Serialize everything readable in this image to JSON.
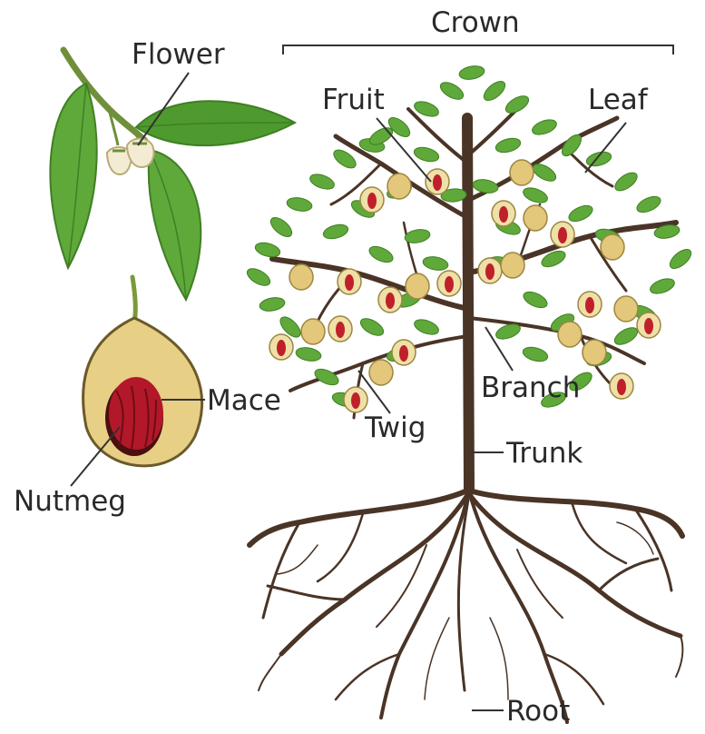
{
  "labels": {
    "crown": "Crown",
    "fruit": "Fruit",
    "leaf": "Leaf",
    "flower": "Flower",
    "mace": "Mace",
    "nutmeg": "Nutmeg",
    "branch": "Branch",
    "twig": "Twig",
    "trunk": "Trunk",
    "root": "Root"
  },
  "colors": {
    "leaf": "#5fa83a",
    "leaf_dark": "#3f7f24",
    "bark": "#4a3426",
    "fruit": "#e3c77a",
    "fruit_pale": "#efe0a8",
    "seed": "#8b1a1a",
    "mace": "#c0202a",
    "flower": "#f3ecd2",
    "leader": "#333333"
  }
}
